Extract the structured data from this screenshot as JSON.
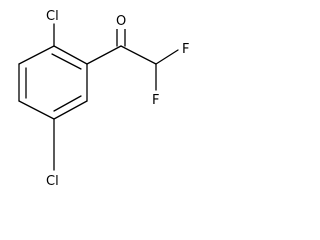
{
  "molecule": {
    "atoms": {
      "cl_top": "Cl",
      "cl_bottom": "Cl",
      "oxygen": "O",
      "fluorine_right": "F",
      "fluorine_bottom": "F"
    }
  }
}
